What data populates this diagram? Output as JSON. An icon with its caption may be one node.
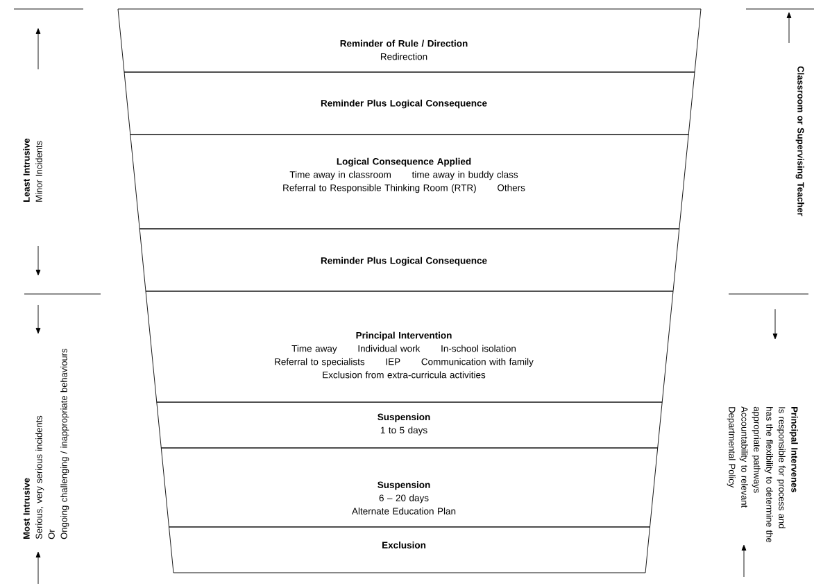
{
  "diagram": {
    "nodes": [
      {
        "text": [
          "Reminder of Rule / Direction",
          "Redirection"
        ]
      },
      {
        "text": [
          "Reminder Plus Logical Consequence"
        ]
      },
      {
        "text": [
          "Logical Consequence Applied",
          "Time away in classroom",
          "time away in buddy class",
          "Referral to Responsible Thinking Room (RTR)",
          "Others"
        ]
      },
      {
        "text": [
          "Reminder Plus Logical Consequence"
        ]
      },
      {
        "text": [
          "Principal Intervention",
          "Time away",
          "Individual work",
          "In-school isolation",
          "Referral to specialists",
          "IEP",
          "Communication with family",
          "Exclusion from extra-curricula activities"
        ]
      },
      {
        "text": [
          "Suspension",
          "1 to 5 days"
        ]
      },
      {
        "text": [
          "Suspension",
          "6 – 20 days",
          "Alternate Education Plan"
        ]
      },
      {
        "text": [
          "Exclusion"
        ]
      }
    ],
    "labels": [
      "Least Intrusive",
      "Minor Incidents",
      "Most Intrusive",
      "Serious, very serious incidents",
      "Or",
      "Ongoing challenging / inappropriate behaviours",
      "Classroom or Supervising Teacher",
      "Principal Intervenes",
      "Is responsible for process and has the flexibility to determine the appropriate pathways",
      "Accountability to relevant Departmental Policy"
    ]
  }
}
